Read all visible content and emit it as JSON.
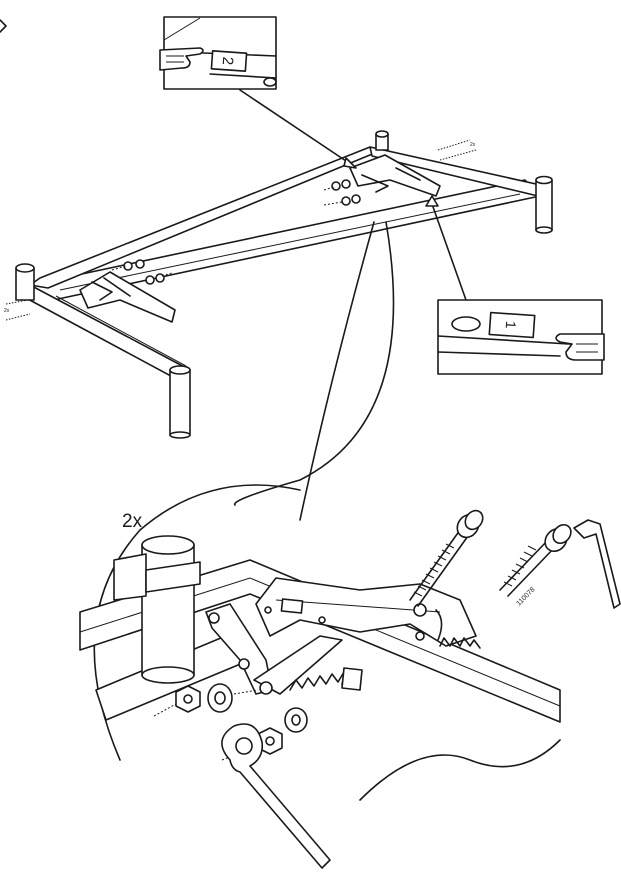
{
  "detail": {
    "quantity": "2x",
    "part_number": "110078"
  },
  "tags": {
    "top_step": "2",
    "right_step": "1"
  },
  "tiny_labels": {
    "bolt_a": "2x",
    "bolt_b": "2x"
  }
}
